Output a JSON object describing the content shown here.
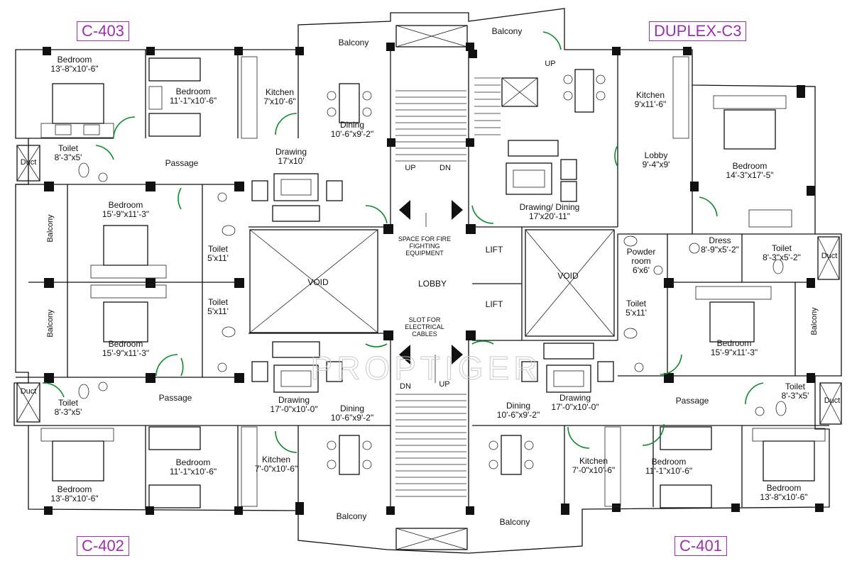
{
  "unit_tags": {
    "c403": "C-403",
    "duplex_c3": "DUPLEX-C3",
    "c402": "C-402",
    "c401": "C-401"
  },
  "rooms": {
    "c403_bedroom_a": [
      "Bedroom",
      "13'-8\"x10'-6\""
    ],
    "c403_bedroom_b": [
      "Bedroom",
      "11'-1\"x10'-6\""
    ],
    "c403_kitchen": [
      "Kitchen",
      "7'x10'-6\""
    ],
    "c403_balcony": "Balcony",
    "c403_dining": [
      "Dining",
      "10'-6\"x9'-2\""
    ],
    "c403_drawing": [
      "Drawing",
      "17'x10'"
    ],
    "c403_toilet_a": [
      "Toilet",
      "8'-3\"x5'"
    ],
    "c403_duct": "Duct",
    "c403_passage": "Passage",
    "c403_bedroom_c": [
      "Bedroom",
      "15'-9\"x11'-3\""
    ],
    "c403_side_balcony": "Balcony",
    "c403_toilet_b": [
      "Toilet",
      "5'x11'"
    ],
    "c3_balcony": "Balcony",
    "c3_up": "UP",
    "c3_kitchen": [
      "Kitchen",
      "9'x11'-6\""
    ],
    "c3_lobby": [
      "Lobby",
      "9'-4\"x9'"
    ],
    "c3_bedroom": [
      "Bedroom",
      "14'-3\"x17'-5\""
    ],
    "c3_drawing_dining": [
      "Drawing/ Dining",
      "17'x20'-11\""
    ],
    "c3_dress": [
      "Dress",
      "8'-9\"x5'-2\""
    ],
    "c3_toilet": [
      "Toilet",
      "8'-3\"x5'-2\""
    ],
    "c3_duct": "Duct",
    "c3_powder": [
      "Powder",
      "room",
      "6'x6'"
    ],
    "core_up_top": "UP",
    "core_dn_top": "DN",
    "core_fire": [
      "SPACE FOR FIRE",
      "FIGHTING",
      "EQUIPMENT"
    ],
    "core_lobby": "LOBBY",
    "core_slot": [
      "SLOT FOR",
      "ELECTRICAL",
      "CABLES"
    ],
    "core_lift_a": "LIFT",
    "core_lift_b": "LIFT",
    "core_void_left": "VOID",
    "core_void_right": "VOID",
    "core_dn_bottom": "DN",
    "core_up_bottom": "UP",
    "c402_side_balcony": "Balcony",
    "c402_toilet_b": [
      "Toilet",
      "5'x11'"
    ],
    "c402_bedroom_c": [
      "Bedroom",
      "15'-9\"x11'-3\""
    ],
    "c402_duct": "Duct",
    "c402_toilet_a": [
      "Toilet",
      "8'-3\"x5'"
    ],
    "c402_passage": "Passage",
    "c402_drawing": [
      "Drawing",
      "17'-0\"x10'-0\""
    ],
    "c402_dining": [
      "Dining",
      "10'-6\"x9'-2\""
    ],
    "c402_bedroom_b": [
      "Bedroom",
      "11'-1\"x10'-6\""
    ],
    "c402_kitchen": [
      "Kitchen",
      "7'-0\"x10'-6\""
    ],
    "c402_bedroom_a": [
      "Bedroom",
      "13'-8\"x10'-6\""
    ],
    "c402_balcony": "Balcony",
    "c401_toilet_b": [
      "Toilet",
      "5'x11'"
    ],
    "c401_bedroom_c": [
      "Bedroom",
      "15'-9\"x11'-3\""
    ],
    "c401_side_balcony": "Balcony",
    "c401_drawing": [
      "Drawing",
      "17'-0\"x10'-0\""
    ],
    "c401_dining": [
      "Dining",
      "10'-6\"x9'-2\""
    ],
    "c401_passage": "Passage",
    "c401_toilet_a": [
      "Toilet",
      "8'-3\"x5'"
    ],
    "c401_duct": "Duct",
    "c401_kitchen": [
      "Kitchen",
      "7'-0\"x10'-6\""
    ],
    "c401_bedroom_b": [
      "Bedroom",
      "11'-1\"x10'-6\""
    ],
    "c401_bedroom_a": [
      "Bedroom",
      "13'-8\"x10'-6\""
    ],
    "c401_balcony": "Balcony"
  },
  "watermark": "PROPTIGER",
  "colors": {
    "tag": "#9b2fae",
    "door_swing": "#0a8a2a",
    "wall": "#111111"
  }
}
